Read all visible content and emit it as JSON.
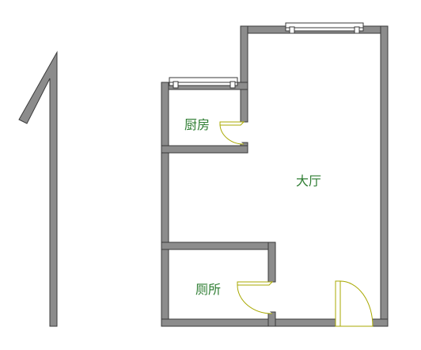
{
  "plan": {
    "unit_number": "1",
    "rooms": [
      {
        "id": "kitchen",
        "label": "厨房"
      },
      {
        "id": "living-room",
        "label": "大厅"
      },
      {
        "id": "bathroom",
        "label": "厕所"
      }
    ],
    "colors": {
      "wall_fill": "#8c8c8c",
      "wall_outline": "#3a3a3a",
      "door_line": "#a8a800",
      "room_label": "#2e7d32",
      "background": "#ffffff"
    }
  }
}
